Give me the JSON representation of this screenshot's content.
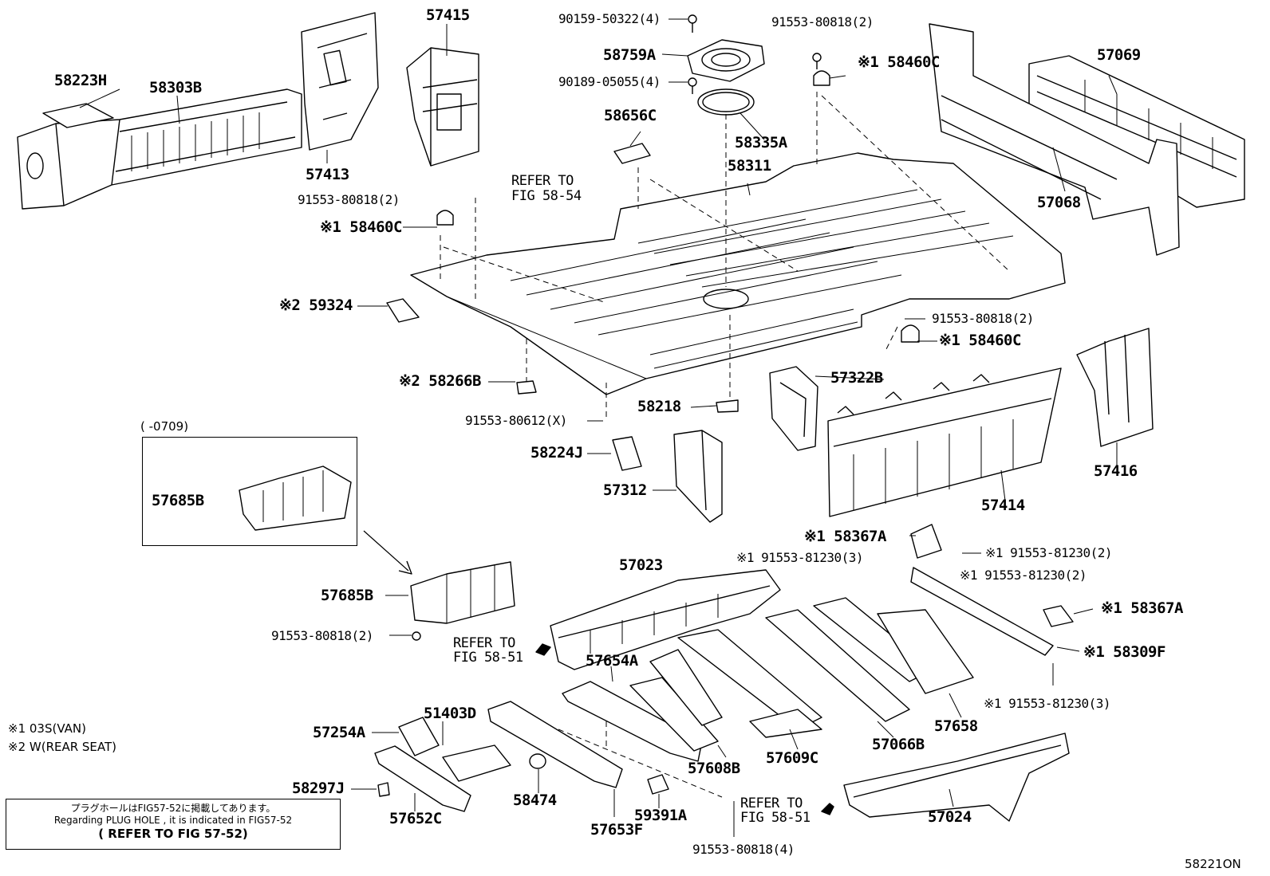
{
  "diagram": {
    "figure_code": "58221ON",
    "inset_range": "(      -0709)",
    "legend": {
      "note1": "※1 03S(VAN)",
      "note2": "※2 W(REAR SEAT)"
    },
    "plug_note": {
      "line1": "プラグホールはFIG57-52に掲載してあります。",
      "line2": "Regarding PLUG HOLE , it is indicated in FIG57-52",
      "line3": "( REFER TO FIG 57-52)"
    },
    "refs": {
      "fig5854": [
        "REFER TO",
        "FIG 58-54"
      ],
      "fig5851a": [
        "REFER TO",
        "FIG 58-51"
      ],
      "fig5851b": [
        "REFER TO",
        "FIG 58-51"
      ]
    },
    "parts": {
      "p58223H": "58223H",
      "p58303B": "58303B",
      "p57415": "57415",
      "p57413": "57413",
      "p90159": "90159-50322(4)",
      "p58759A": "58759A",
      "p90189": "90189-05055(4)",
      "p58335A": "58335A",
      "p91553_top": "91553-80818(2)",
      "p58460C_top": "※1 58460C",
      "p58656C": "58656C",
      "p58311": "58311",
      "p57069": "57069",
      "p57068": "57068",
      "p91553_left": "91553-80818(2)",
      "p58460C_left": "※1 58460C",
      "p59324": "※2 59324",
      "p91553_right": "91553-80818(2)",
      "p58460C_right": "※1 58460C",
      "p58266B": "※2 58266B",
      "p57322B": "57322B",
      "p58218": "58218",
      "p91553_80612": "91553-80612(X)",
      "p58224J": "58224J",
      "p57312": "57312",
      "p57414": "57414",
      "p57416": "57416",
      "p57685B_inset": "57685B",
      "p58367A_top": "※1 58367A",
      "p91553_81230_a": "※1 91553-81230(3)",
      "p91553_81230_b": "※1 91553-81230(2)",
      "p91553_81230_c": "※1 91553-81230(2)",
      "p58367A_right": "※1 58367A",
      "p58309F": "※1 58309F",
      "p91553_81230_d": "※1 91553-81230(3)",
      "p57023": "57023",
      "p57685B": "57685B",
      "p91553_bl": "91553-80818(2)",
      "p57654A": "57654A",
      "p57658": "57658",
      "p57066B": "57066B",
      "p57609C": "57609C",
      "p57608B": "57608B",
      "p57254A": "57254A",
      "p51403D": "51403D",
      "p58297J": "58297J",
      "p57652C": "57652C",
      "p58474": "58474",
      "p57653F": "57653F",
      "p59391A": "59391A",
      "p91553_bottom": "91553-80818(4)",
      "p57024": "57024"
    }
  }
}
